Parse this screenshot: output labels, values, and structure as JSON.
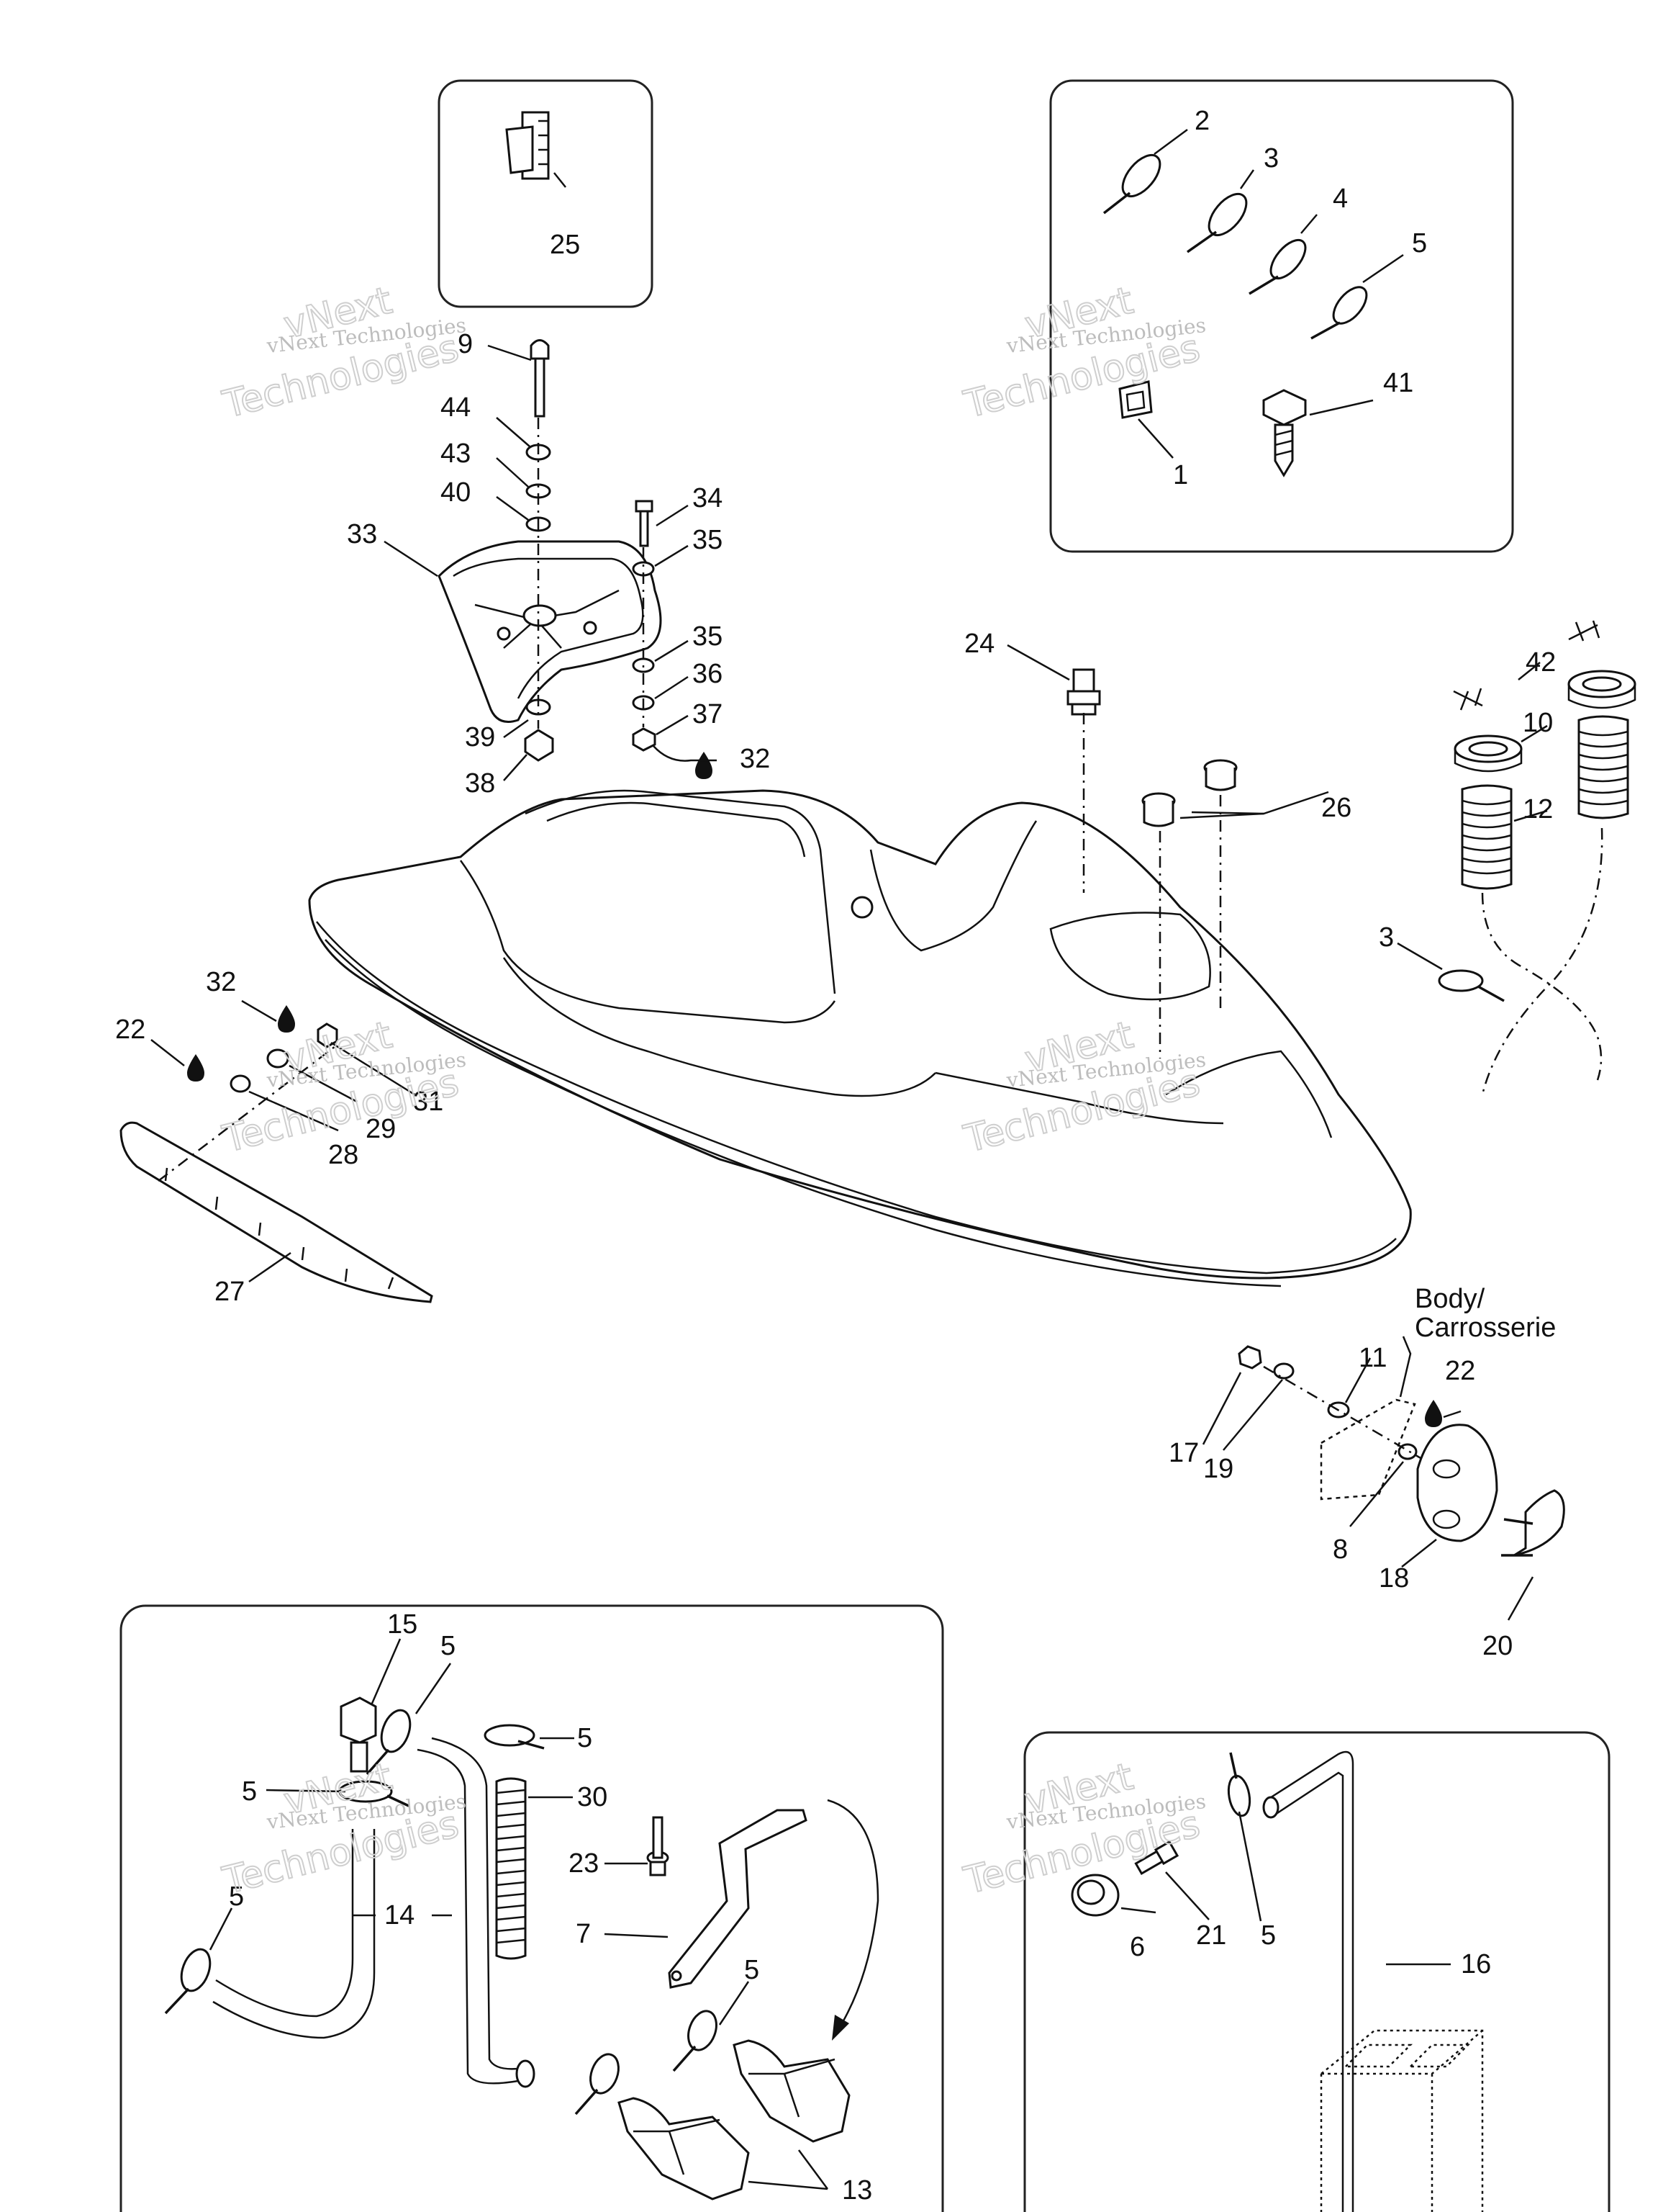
{
  "callouts": {
    "c1": "1",
    "c2": "2",
    "c3": "3",
    "c3b": "3",
    "c4": "4",
    "c5": "5",
    "c5b": "5",
    "c5c": "5",
    "c5d": "5",
    "c5e": "5",
    "c5f": "5",
    "c5g": "5",
    "c6": "6",
    "c7": "7",
    "c8": "8",
    "c9": "9",
    "c10": "10",
    "c11": "11",
    "c12": "12",
    "c13": "13",
    "c14": "14",
    "c15": "15",
    "c16": "16",
    "c17": "17",
    "c18": "18",
    "c19": "19",
    "c20": "20",
    "c21": "21",
    "c22": "22",
    "c22b": "22",
    "c23": "23",
    "c24": "24",
    "c25": "25",
    "c26": "26",
    "c27": "27",
    "c28": "28",
    "c29": "29",
    "c30": "30",
    "c31": "31",
    "c32": "32",
    "c32b": "32",
    "c33": "33",
    "c34": "34",
    "c35": "35",
    "c35b": "35",
    "c36": "36",
    "c37": "37",
    "c38": "38",
    "c39": "39",
    "c40": "40",
    "c41": "41",
    "c42": "42",
    "c43": "43",
    "c44": "44"
  },
  "body_label": {
    "line1": "Body/",
    "line2": "Carrosserie"
  },
  "watermark": {
    "brand": "vNext Technologies",
    "top": "vNext",
    "bottom": "Technologies"
  }
}
